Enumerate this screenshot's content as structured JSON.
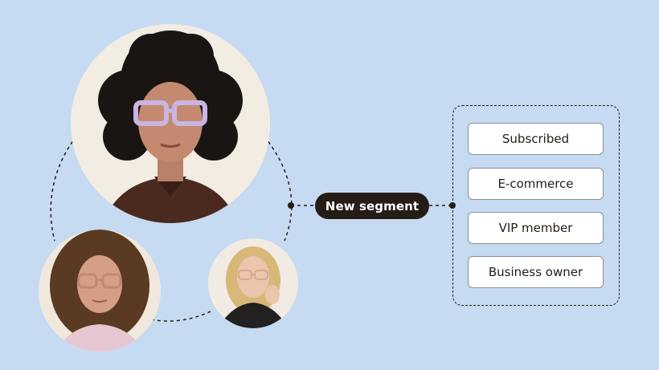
{
  "segment": {
    "label": "New segment"
  },
  "options": [
    {
      "label": "Subscribed"
    },
    {
      "label": "E-commerce"
    },
    {
      "label": "VIP member"
    },
    {
      "label": "Business owner"
    }
  ],
  "colors": {
    "background": "#c6daf1",
    "pill": "#241c15",
    "option_background": "#ffffff",
    "connector": "#241c15"
  },
  "icons": {
    "portraits": [
      "person-curly-hair-lilac-glasses",
      "person-long-wavy-hair-glasses",
      "person-blonde-hair-glasses"
    ]
  }
}
